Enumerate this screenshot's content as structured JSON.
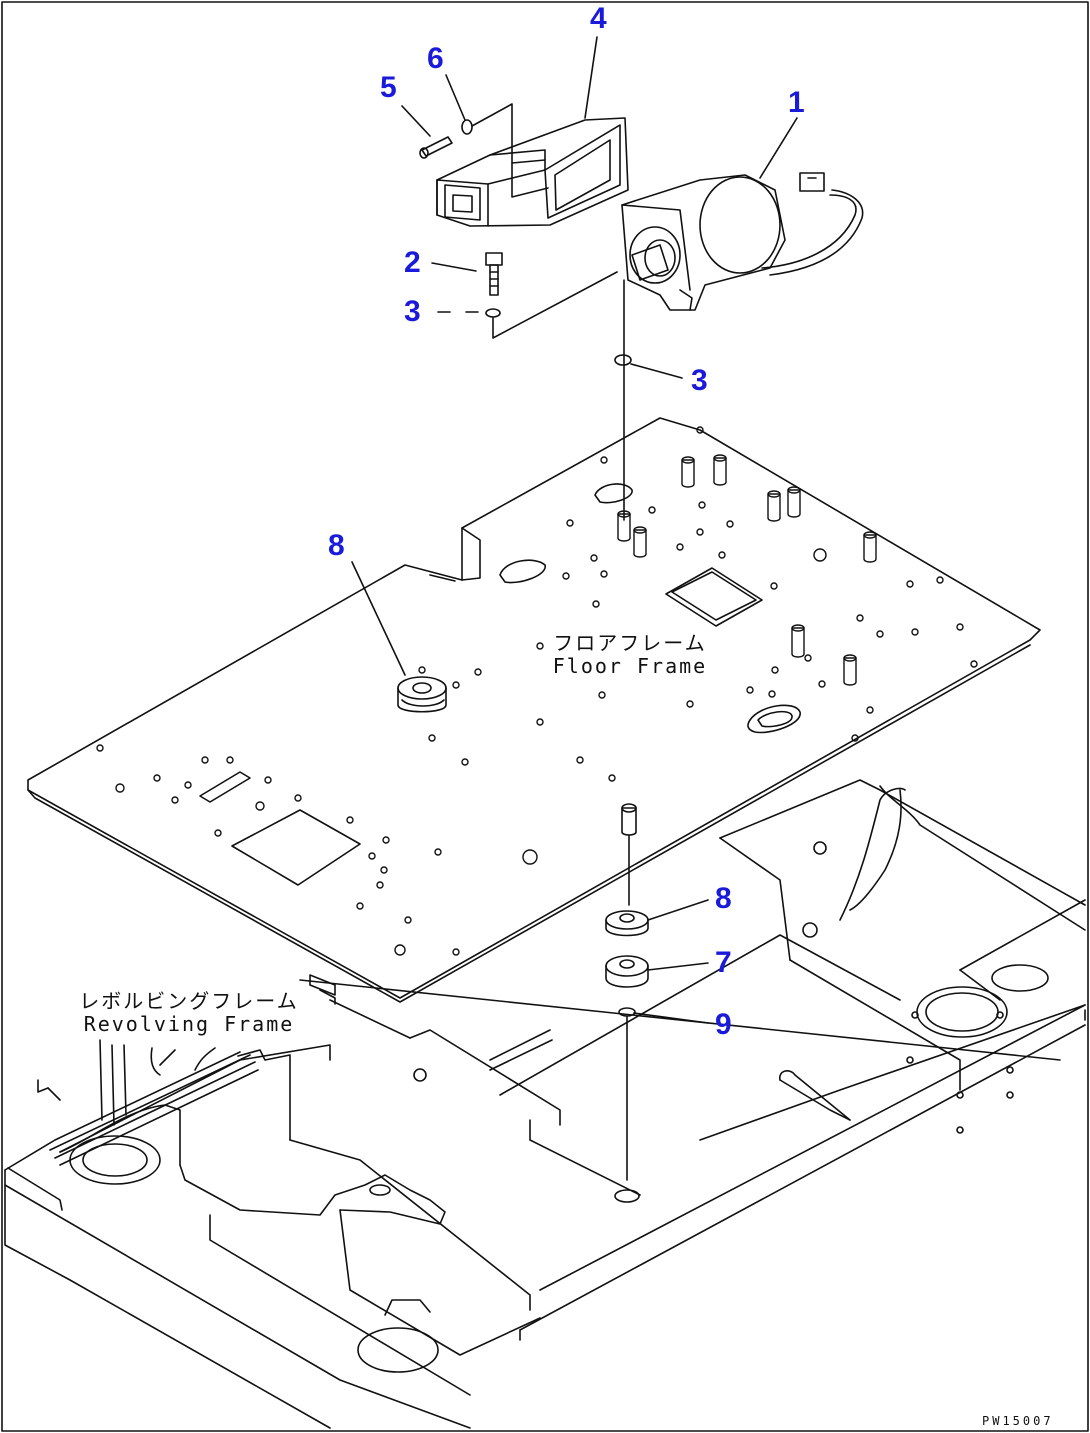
{
  "diagram": {
    "label_color": "#1a1adb",
    "line_color": "#111111",
    "callouts": [
      {
        "id": "c1",
        "text": "1"
      },
      {
        "id": "c2",
        "text": "2"
      },
      {
        "id": "c3a",
        "text": "3"
      },
      {
        "id": "c3b",
        "text": "3"
      },
      {
        "id": "c4",
        "text": "4"
      },
      {
        "id": "c5",
        "text": "5"
      },
      {
        "id": "c6",
        "text": "6"
      },
      {
        "id": "c7",
        "text": "7"
      },
      {
        "id": "c8a",
        "text": "8"
      },
      {
        "id": "c8b",
        "text": "8"
      },
      {
        "id": "c9",
        "text": "9"
      }
    ],
    "floor_frame": {
      "jp": "フロアフレーム",
      "en": "Floor Frame"
    },
    "revolving_frame": {
      "jp": "レボルビングフレーム",
      "en": "Revolving Frame"
    },
    "drawing_code": "PW15007"
  }
}
